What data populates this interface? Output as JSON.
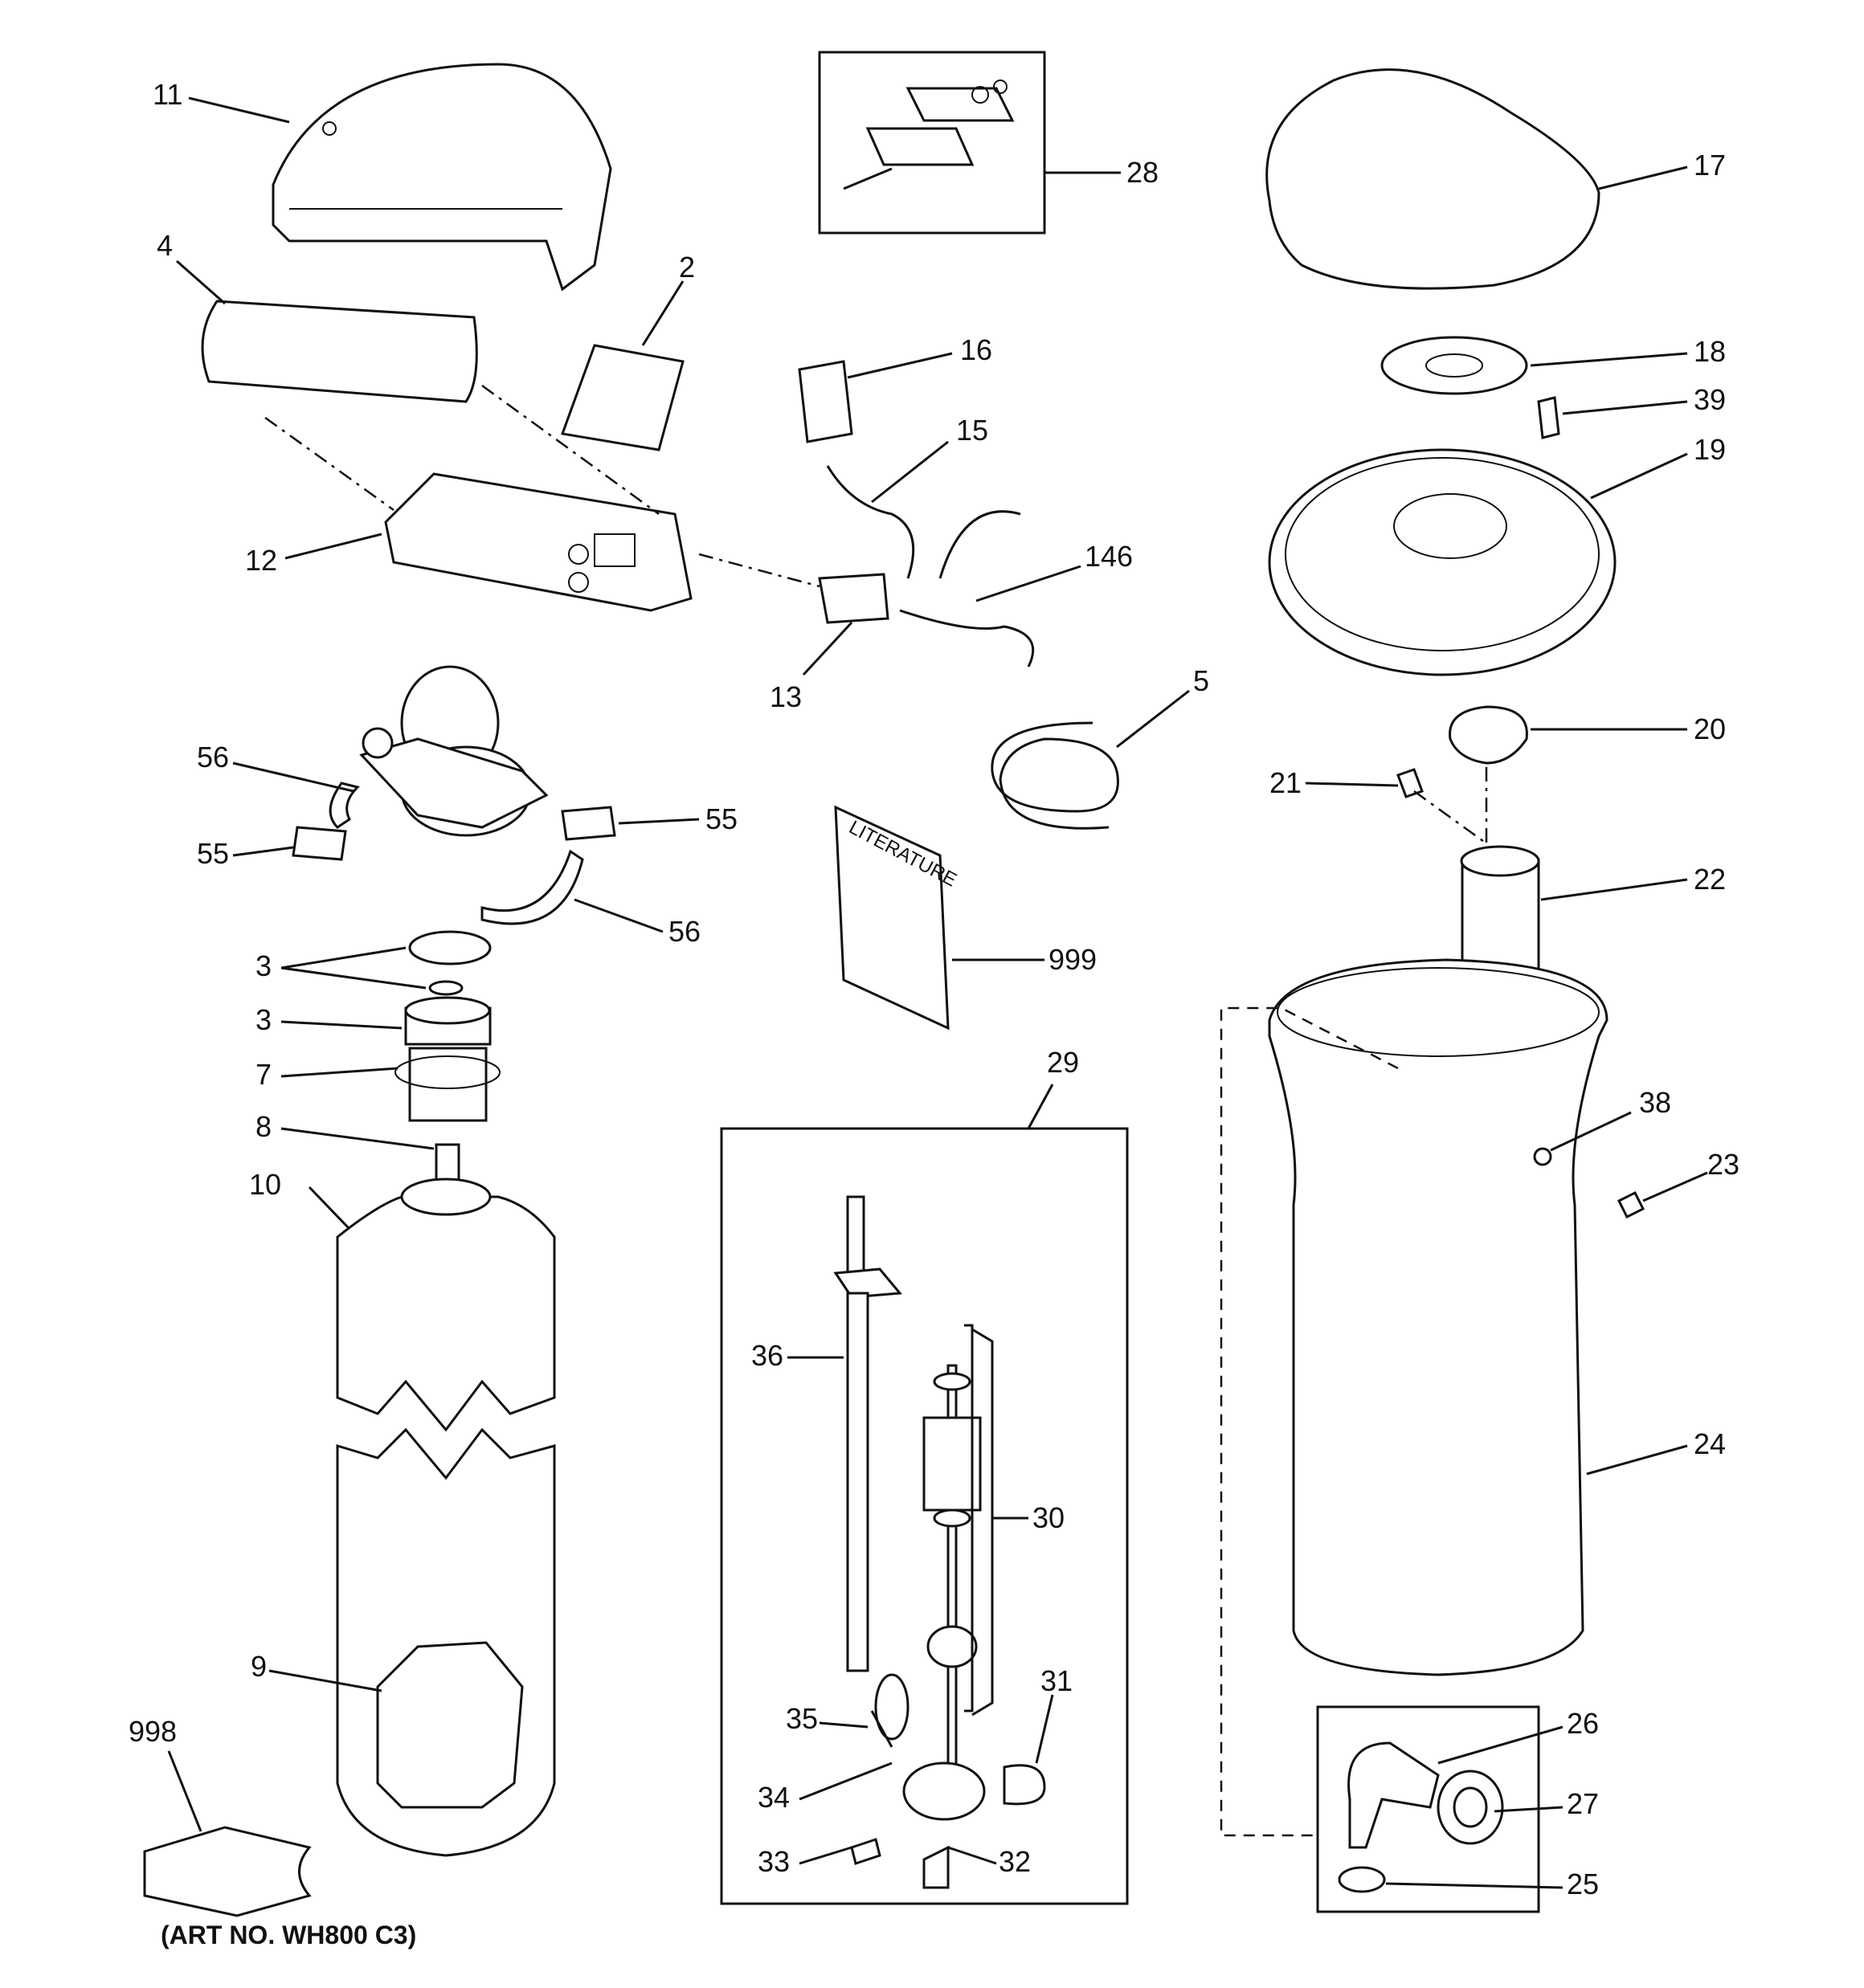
{
  "labels": {
    "p11": "11",
    "p4": "4",
    "p2": "2",
    "p12": "12",
    "p28": "28",
    "p16": "16",
    "p15": "15",
    "p146": "146",
    "p13": "13",
    "p17": "17",
    "p18": "18",
    "p39": "39",
    "p19": "19",
    "p5": "5",
    "p20": "20",
    "p21": "21",
    "p22": "22",
    "p56a": "56",
    "p55a": "55",
    "p55b": "55",
    "p56b": "56",
    "p3a": "3",
    "p3b": "3",
    "p7": "7",
    "p8": "8",
    "p10": "10",
    "p9": "9",
    "p998": "998",
    "p999": "999",
    "p29": "29",
    "p36": "36",
    "p30": "30",
    "p31": "31",
    "p35": "35",
    "p34": "34",
    "p33": "33",
    "p32": "32",
    "p38": "38",
    "p23": "23",
    "p24": "24",
    "p26": "26",
    "p27": "27",
    "p25": "25"
  },
  "literature_text": "LITERATURE",
  "art_number": "(ART NO. WH800 C3)"
}
